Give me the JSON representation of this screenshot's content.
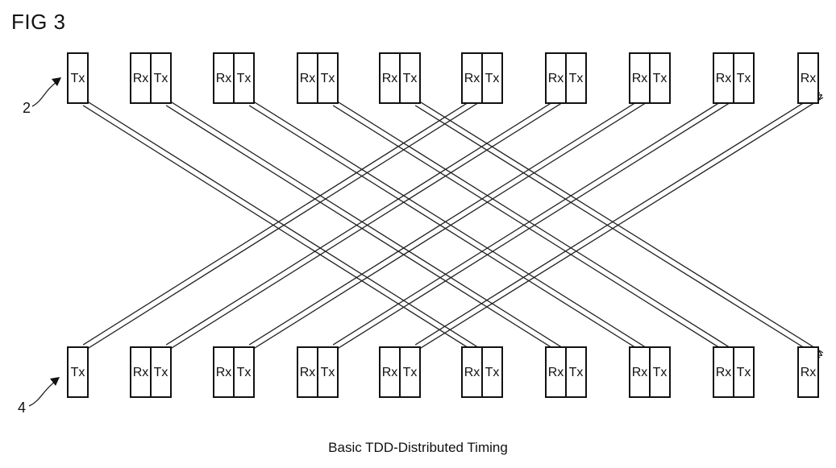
{
  "figure": {
    "title": "FIG 3",
    "caption": "Basic TDD-Distributed Timing",
    "ref_top": "2",
    "ref_bottom": "4"
  },
  "rows": {
    "top": [
      [
        "Tx"
      ],
      [
        "Rx",
        "Tx"
      ],
      [
        "Rx",
        "Tx"
      ],
      [
        "Rx",
        "Tx"
      ],
      [
        "Rx",
        "Tx"
      ],
      [
        "Rx",
        "Tx"
      ],
      [
        "Rx",
        "Tx"
      ],
      [
        "Rx",
        "Tx"
      ],
      [
        "Rx",
        "Tx"
      ],
      [
        "Rx"
      ]
    ],
    "bottom": [
      [
        "Tx"
      ],
      [
        "Rx",
        "Tx"
      ],
      [
        "Rx",
        "Tx"
      ],
      [
        "Rx",
        "Tx"
      ],
      [
        "Rx",
        "Tx"
      ],
      [
        "Rx",
        "Tx"
      ],
      [
        "Rx",
        "Tx"
      ],
      [
        "Rx",
        "Tx"
      ],
      [
        "Rx",
        "Tx"
      ],
      [
        "Rx"
      ]
    ]
  },
  "links": {
    "top_to_bottom": [
      [
        0,
        5
      ],
      [
        1,
        6
      ],
      [
        2,
        7
      ],
      [
        3,
        8
      ],
      [
        4,
        9
      ]
    ],
    "bottom_to_top": [
      [
        0,
        5
      ],
      [
        1,
        6
      ],
      [
        2,
        7
      ],
      [
        3,
        8
      ],
      [
        4,
        9
      ]
    ]
  }
}
